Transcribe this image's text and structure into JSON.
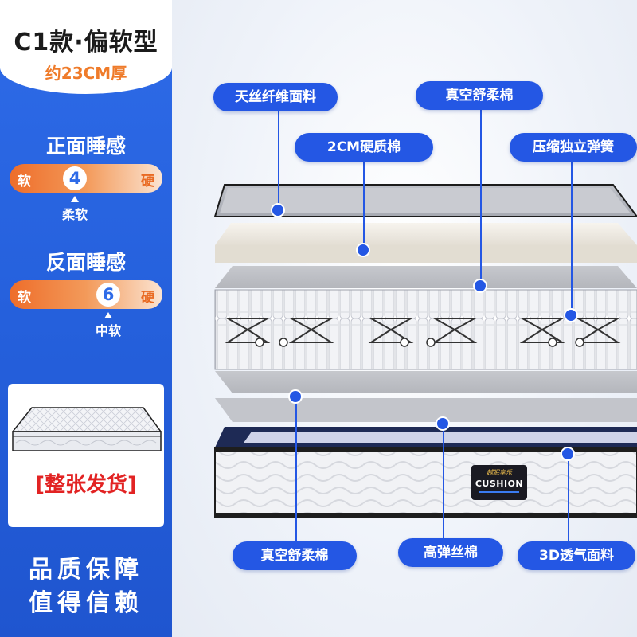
{
  "left_panel": {
    "model_title": "C1款·偏软型",
    "thickness": "约23CM厚",
    "front": {
      "label": "正面睡感",
      "soft": "软",
      "hard": "硬",
      "level": 4,
      "level_text": "4",
      "rating": "柔软"
    },
    "back": {
      "label": "反面睡感",
      "soft": "软",
      "hard": "硬",
      "level": 6,
      "level_text": "6",
      "rating": "中软"
    },
    "cta": "[整张发货]",
    "slogan_1": "品质保障",
    "slogan_2": "值得信赖"
  },
  "layers": {
    "top_left": "天丝纤维面料",
    "top_mid": "真空舒柔棉",
    "second": "2CM硬质棉",
    "spring": "压缩独立弹簧",
    "bottom_left": "真空舒柔棉",
    "bottom_mid": "高弹丝棉",
    "bottom_right": "3D透气面料"
  },
  "brand": {
    "tagline": "越眠享乐",
    "name": "CUSHION"
  },
  "colors": {
    "accent": "#2457e4",
    "panel": "#2e6be8",
    "orange": "#ef7b2a",
    "cta_red": "#e22323"
  }
}
